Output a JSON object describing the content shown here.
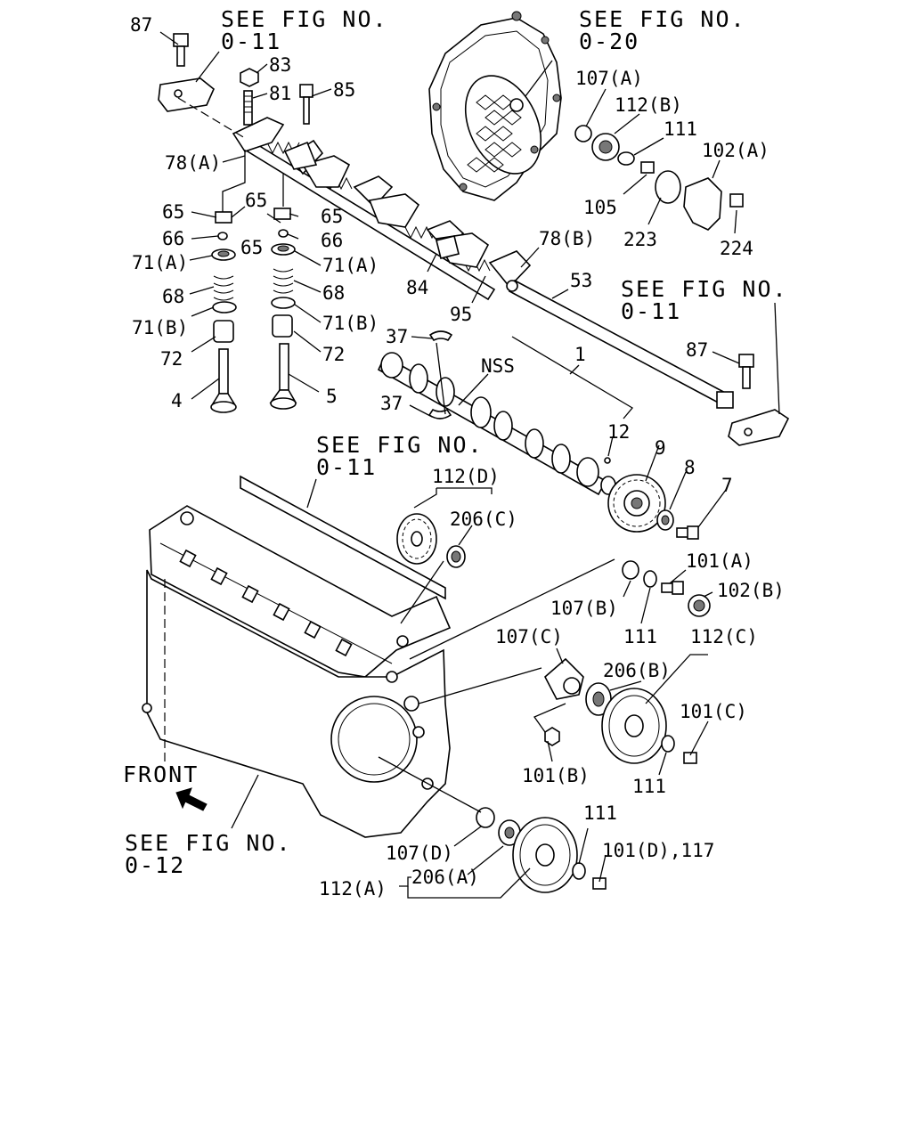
{
  "references": {
    "ref_top_left": {
      "line1": "SEE FIG NO.",
      "line2": "0-11"
    },
    "ref_top_right": {
      "line1": "SEE FIG NO.",
      "line2": "0-20"
    },
    "ref_mid_right": {
      "line1": "SEE FIG NO.",
      "line2": "0-11"
    },
    "ref_mid_left": {
      "line1": "SEE FIG NO.",
      "line2": "0-11"
    },
    "ref_bottom_left": {
      "line1": "SEE FIG NO.",
      "line2": "0-12"
    }
  },
  "front_label": "FRONT",
  "parts": {
    "p87a": "87",
    "p83": "83",
    "p81": "81",
    "p85": "85",
    "p78a": "78(A)",
    "p65a": "65",
    "p65b": "65",
    "p65c": "65",
    "p65d": "65",
    "p66a": "66",
    "p66b": "66",
    "p71a_l": "71(A)",
    "p71a_r": "71(A)",
    "p68a": "68",
    "p68b": "68",
    "p71b_l": "71(B)",
    "p71b_r": "71(B)",
    "p72a": "72",
    "p72b": "72",
    "p4": "4",
    "p5": "5",
    "p107a": "107(A)",
    "p112b": "112(B)",
    "p111a": "111",
    "p102a": "102(A)",
    "p105": "105",
    "p223": "223",
    "p224": "224",
    "p78b": "78(B)",
    "p84": "84",
    "p95": "95",
    "p53": "53",
    "p37a": "37",
    "p37b": "37",
    "p1": "1",
    "nss": "NSS",
    "p87b": "87",
    "p12": "12",
    "p9": "9",
    "p8": "8",
    "p7": "7",
    "p112d": "112(D)",
    "p206c": "206(C)",
    "p101a": "101(A)",
    "p102b": "102(B)",
    "p107b": "107(B)",
    "p111b": "111",
    "p107c": "107(C)",
    "p112c": "112(C)",
    "p206b": "206(B)",
    "p101c": "101(C)",
    "p101b": "101(B)",
    "p111c": "111",
    "p111d": "111",
    "p107d": "107(D)",
    "p101d": "101(D),117",
    "p206a": "206(A)",
    "p112a": "112(A)"
  }
}
